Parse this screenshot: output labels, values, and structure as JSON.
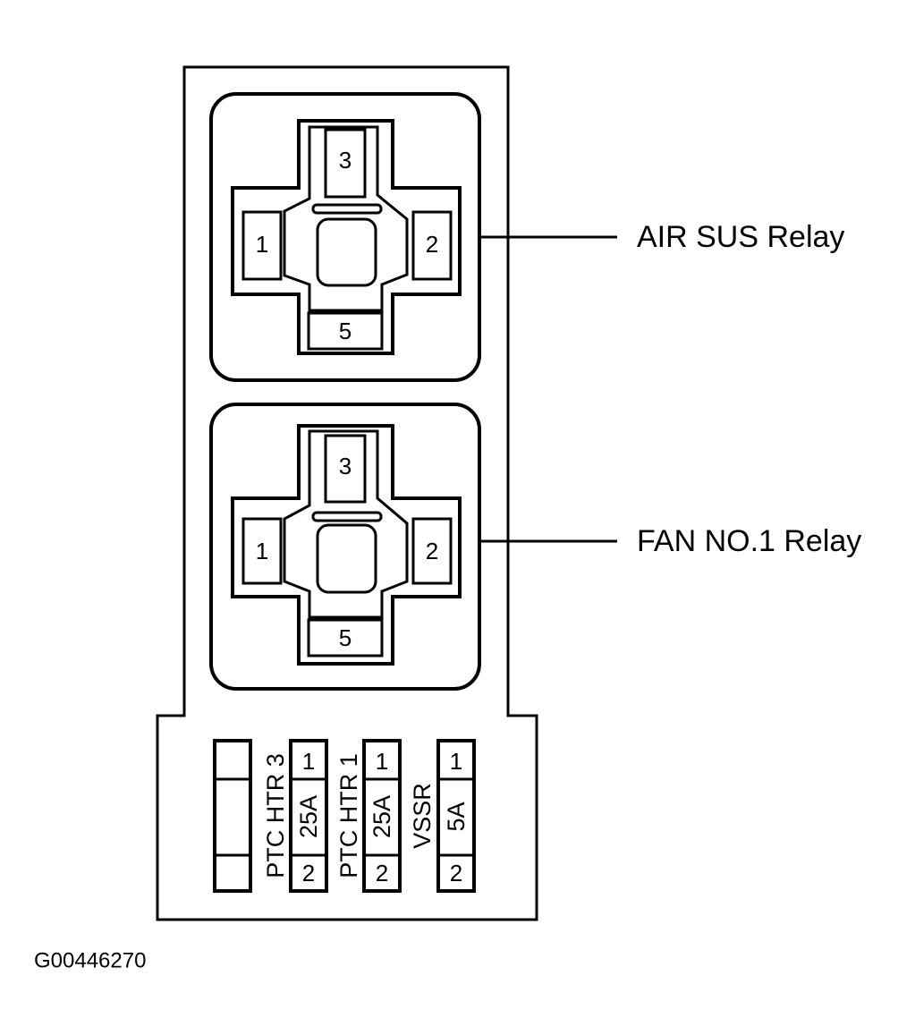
{
  "relays": [
    {
      "name": "AIR SUS Relay",
      "pins": {
        "top": "3",
        "left": "1",
        "right": "2",
        "bottom": "5"
      }
    },
    {
      "name": "FAN NO.1 Relay",
      "pins": {
        "top": "3",
        "left": "1",
        "right": "2",
        "bottom": "5"
      }
    }
  ],
  "fuses": [
    {
      "name": "PTC HTR 3",
      "rating": "25A",
      "pin_top": "1",
      "pin_bottom": "2"
    },
    {
      "name": "PTC HTR 1",
      "rating": "25A",
      "pin_top": "1",
      "pin_bottom": "2"
    },
    {
      "name": "VSSR",
      "rating": "5A",
      "pin_top": "1",
      "pin_bottom": "2"
    }
  ],
  "figure_id": "G00446270"
}
